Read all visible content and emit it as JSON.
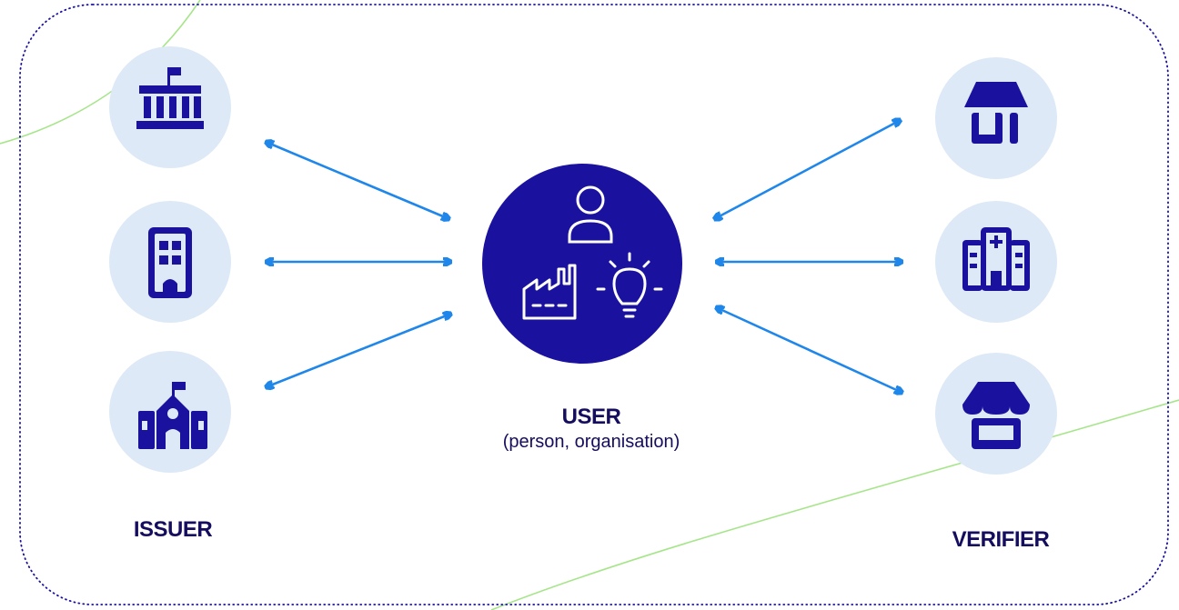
{
  "labels": {
    "issuer": "ISSUER",
    "verifier": "VERIFIER",
    "user_title": "USER",
    "user_subtitle": "(person, organisation)"
  },
  "colors": {
    "navy": "#1a129f",
    "dark_text": "#150d5e",
    "circle_bg": "#dde9f6",
    "arrow": "#1f86ea",
    "green_line": "#a6e58a",
    "border_dots": "#1a129f"
  },
  "issuers": [
    {
      "icon": "government-building-icon"
    },
    {
      "icon": "office-building-icon"
    },
    {
      "icon": "school-icon"
    }
  ],
  "verifiers": [
    {
      "icon": "shop-icon"
    },
    {
      "icon": "hospital-icon"
    },
    {
      "icon": "store-awning-icon"
    }
  ],
  "user_icons": [
    "person-icon",
    "factory-icon",
    "lightbulb-icon"
  ]
}
